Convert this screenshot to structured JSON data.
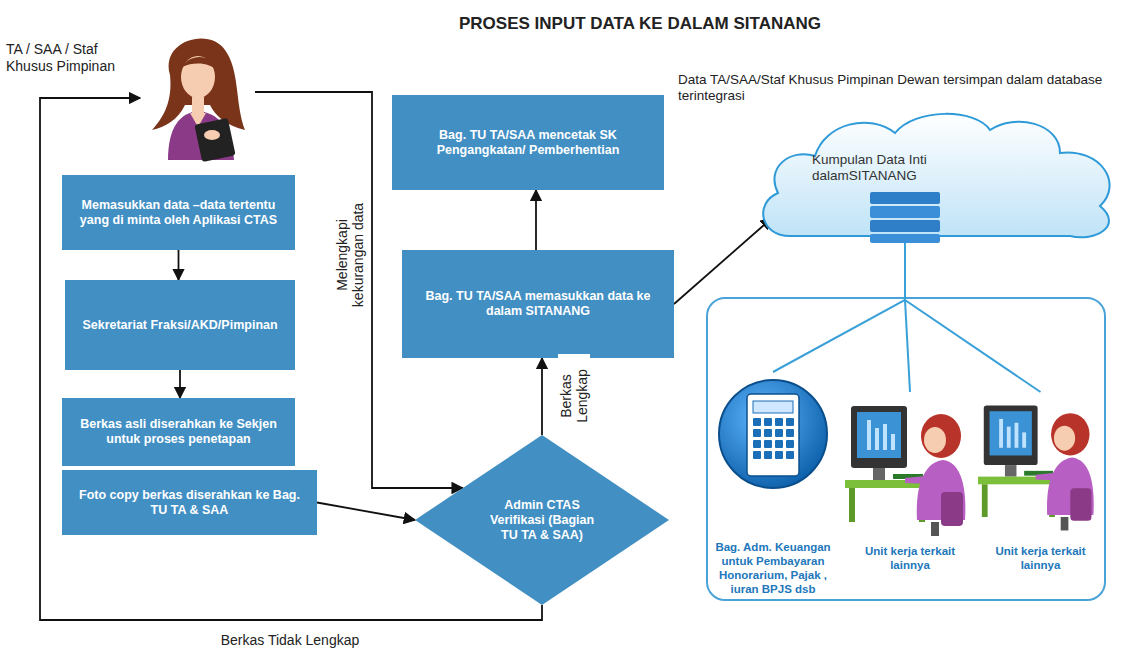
{
  "diagram": {
    "title": "PROSES INPUT DATA KE DALAM SITANANG",
    "nodes": [
      {
        "text": [
          "TA / SAA / Staf Khusus Pimpinan"
        ]
      },
      {
        "text": [
          "Memasukkan data –data tertentu yang di minta oleh Aplikasi CTAS"
        ]
      },
      {
        "text": [
          "Sekretariat Fraksi/AKD/Pimpinan"
        ]
      },
      {
        "text": [
          "Berkas asli diserahkan ke Sekjen untuk proses penetapan"
        ]
      },
      {
        "text": [
          "Foto copy berkas diserahkan ke Bag. TU TA & SAA"
        ]
      },
      {
        "text": [
          "Admin CTAS Verifikasi (Bagian TU TA & SAA)"
        ]
      },
      {
        "text": [
          "Bag. TU TA/SAA memasukkan data ke dalam SITANANG"
        ]
      },
      {
        "text": [
          "Bag. TU TA/SAA mencetak SK Pengangkatan/ Pemberhentian"
        ]
      },
      {
        "text": [
          "Data TA/SAA/Staf Khusus Pimpinan Dewan tersimpan dalam database terintegrasi",
          "Kumpulan Data Inti dalamSITANANG"
        ]
      },
      {
        "text": [
          "Bag. Adm. Keuangan untuk Pembayaran Honorarium, Pajak , iuran BPJS dsb"
        ]
      },
      {
        "text": [
          "Unit kerja terkait lainnya"
        ]
      },
      {
        "text": [
          "Unit kerja terkait lainnya"
        ]
      }
    ],
    "edges": [
      {
        "from": 1,
        "to": 2,
        "arrow": "to"
      },
      {
        "from": 2,
        "to": 3,
        "arrow": "to"
      },
      {
        "from": 4,
        "to": 5,
        "arrow": "to"
      },
      {
        "from": 0,
        "to": 5,
        "label": "Melengkapi kekurangan data",
        "arrow": "to"
      },
      {
        "from": 5,
        "to": 6,
        "label": "Berkas Lengkap",
        "arrow": "to"
      },
      {
        "from": 6,
        "to": 7,
        "arrow": "to"
      },
      {
        "from": 6,
        "to": 8,
        "arrow": "to"
      },
      {
        "from": 5,
        "to": 0,
        "label": "Berkas Tidak Lengkap",
        "arrow": "to"
      },
      {
        "from": 8,
        "to": 9,
        "arrow": "none"
      },
      {
        "from": 8,
        "to": 10,
        "arrow": "none"
      },
      {
        "from": 8,
        "to": 11,
        "arrow": "none"
      }
    ]
  }
}
